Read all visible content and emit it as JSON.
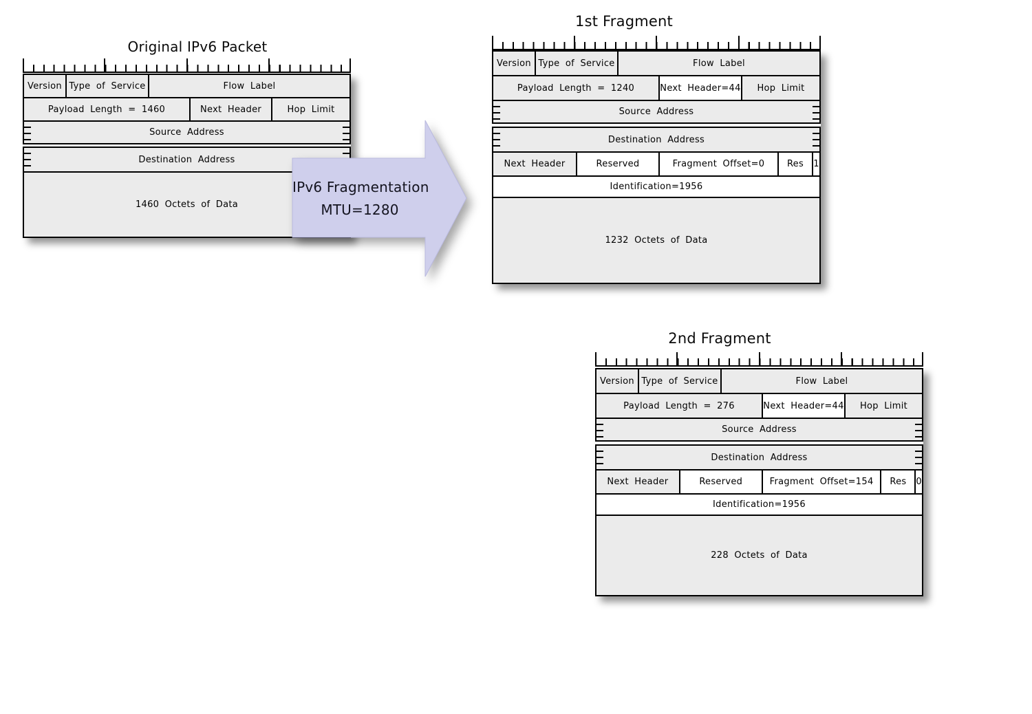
{
  "colors": {
    "cell_gray": "#ebebeb",
    "cell_white": "#ffffff",
    "border": "#000000",
    "arrow_fill": "#cfcfec"
  },
  "arrow": {
    "line1": "IPv6 Fragmentation",
    "line2": "MTU=1280"
  },
  "original": {
    "title": "Original IPv6 Packet",
    "version": "Version",
    "tos": "Type of Service",
    "flow_label": "Flow Label",
    "payload_length": "Payload Length = 1460",
    "next_header": "Next Header",
    "hop_limit": "Hop Limit",
    "source_address": "Source Address",
    "destination_address": "Destination Address",
    "data": "1460 Octets of Data"
  },
  "fragment1": {
    "title": "1st Fragment",
    "version": "Version",
    "tos": "Type of Service",
    "flow_label": "Flow Label",
    "payload_length": "Payload Length = 1240",
    "next_header": "Next Header=44",
    "hop_limit": "Hop Limit",
    "source_address": "Source Address",
    "destination_address": "Destination Address",
    "frag_next_header": "Next Header",
    "reserved": "Reserved",
    "fragment_offset": "Fragment Offset=0",
    "res": "Res",
    "m_flag": "1",
    "identification": "Identification=1956",
    "data": "1232 Octets of Data"
  },
  "fragment2": {
    "title": "2nd Fragment",
    "version": "Version",
    "tos": "Type of Service",
    "flow_label": "Flow Label",
    "payload_length": "Payload Length = 276",
    "next_header": "Next Header=44",
    "hop_limit": "Hop Limit",
    "source_address": "Source Address",
    "destination_address": "Destination Address",
    "frag_next_header": "Next Header",
    "reserved": "Reserved",
    "fragment_offset": "Fragment Offset=154",
    "res": "Res",
    "m_flag": "0",
    "identification": "Identification=1956",
    "data": "228 Octets of Data"
  }
}
